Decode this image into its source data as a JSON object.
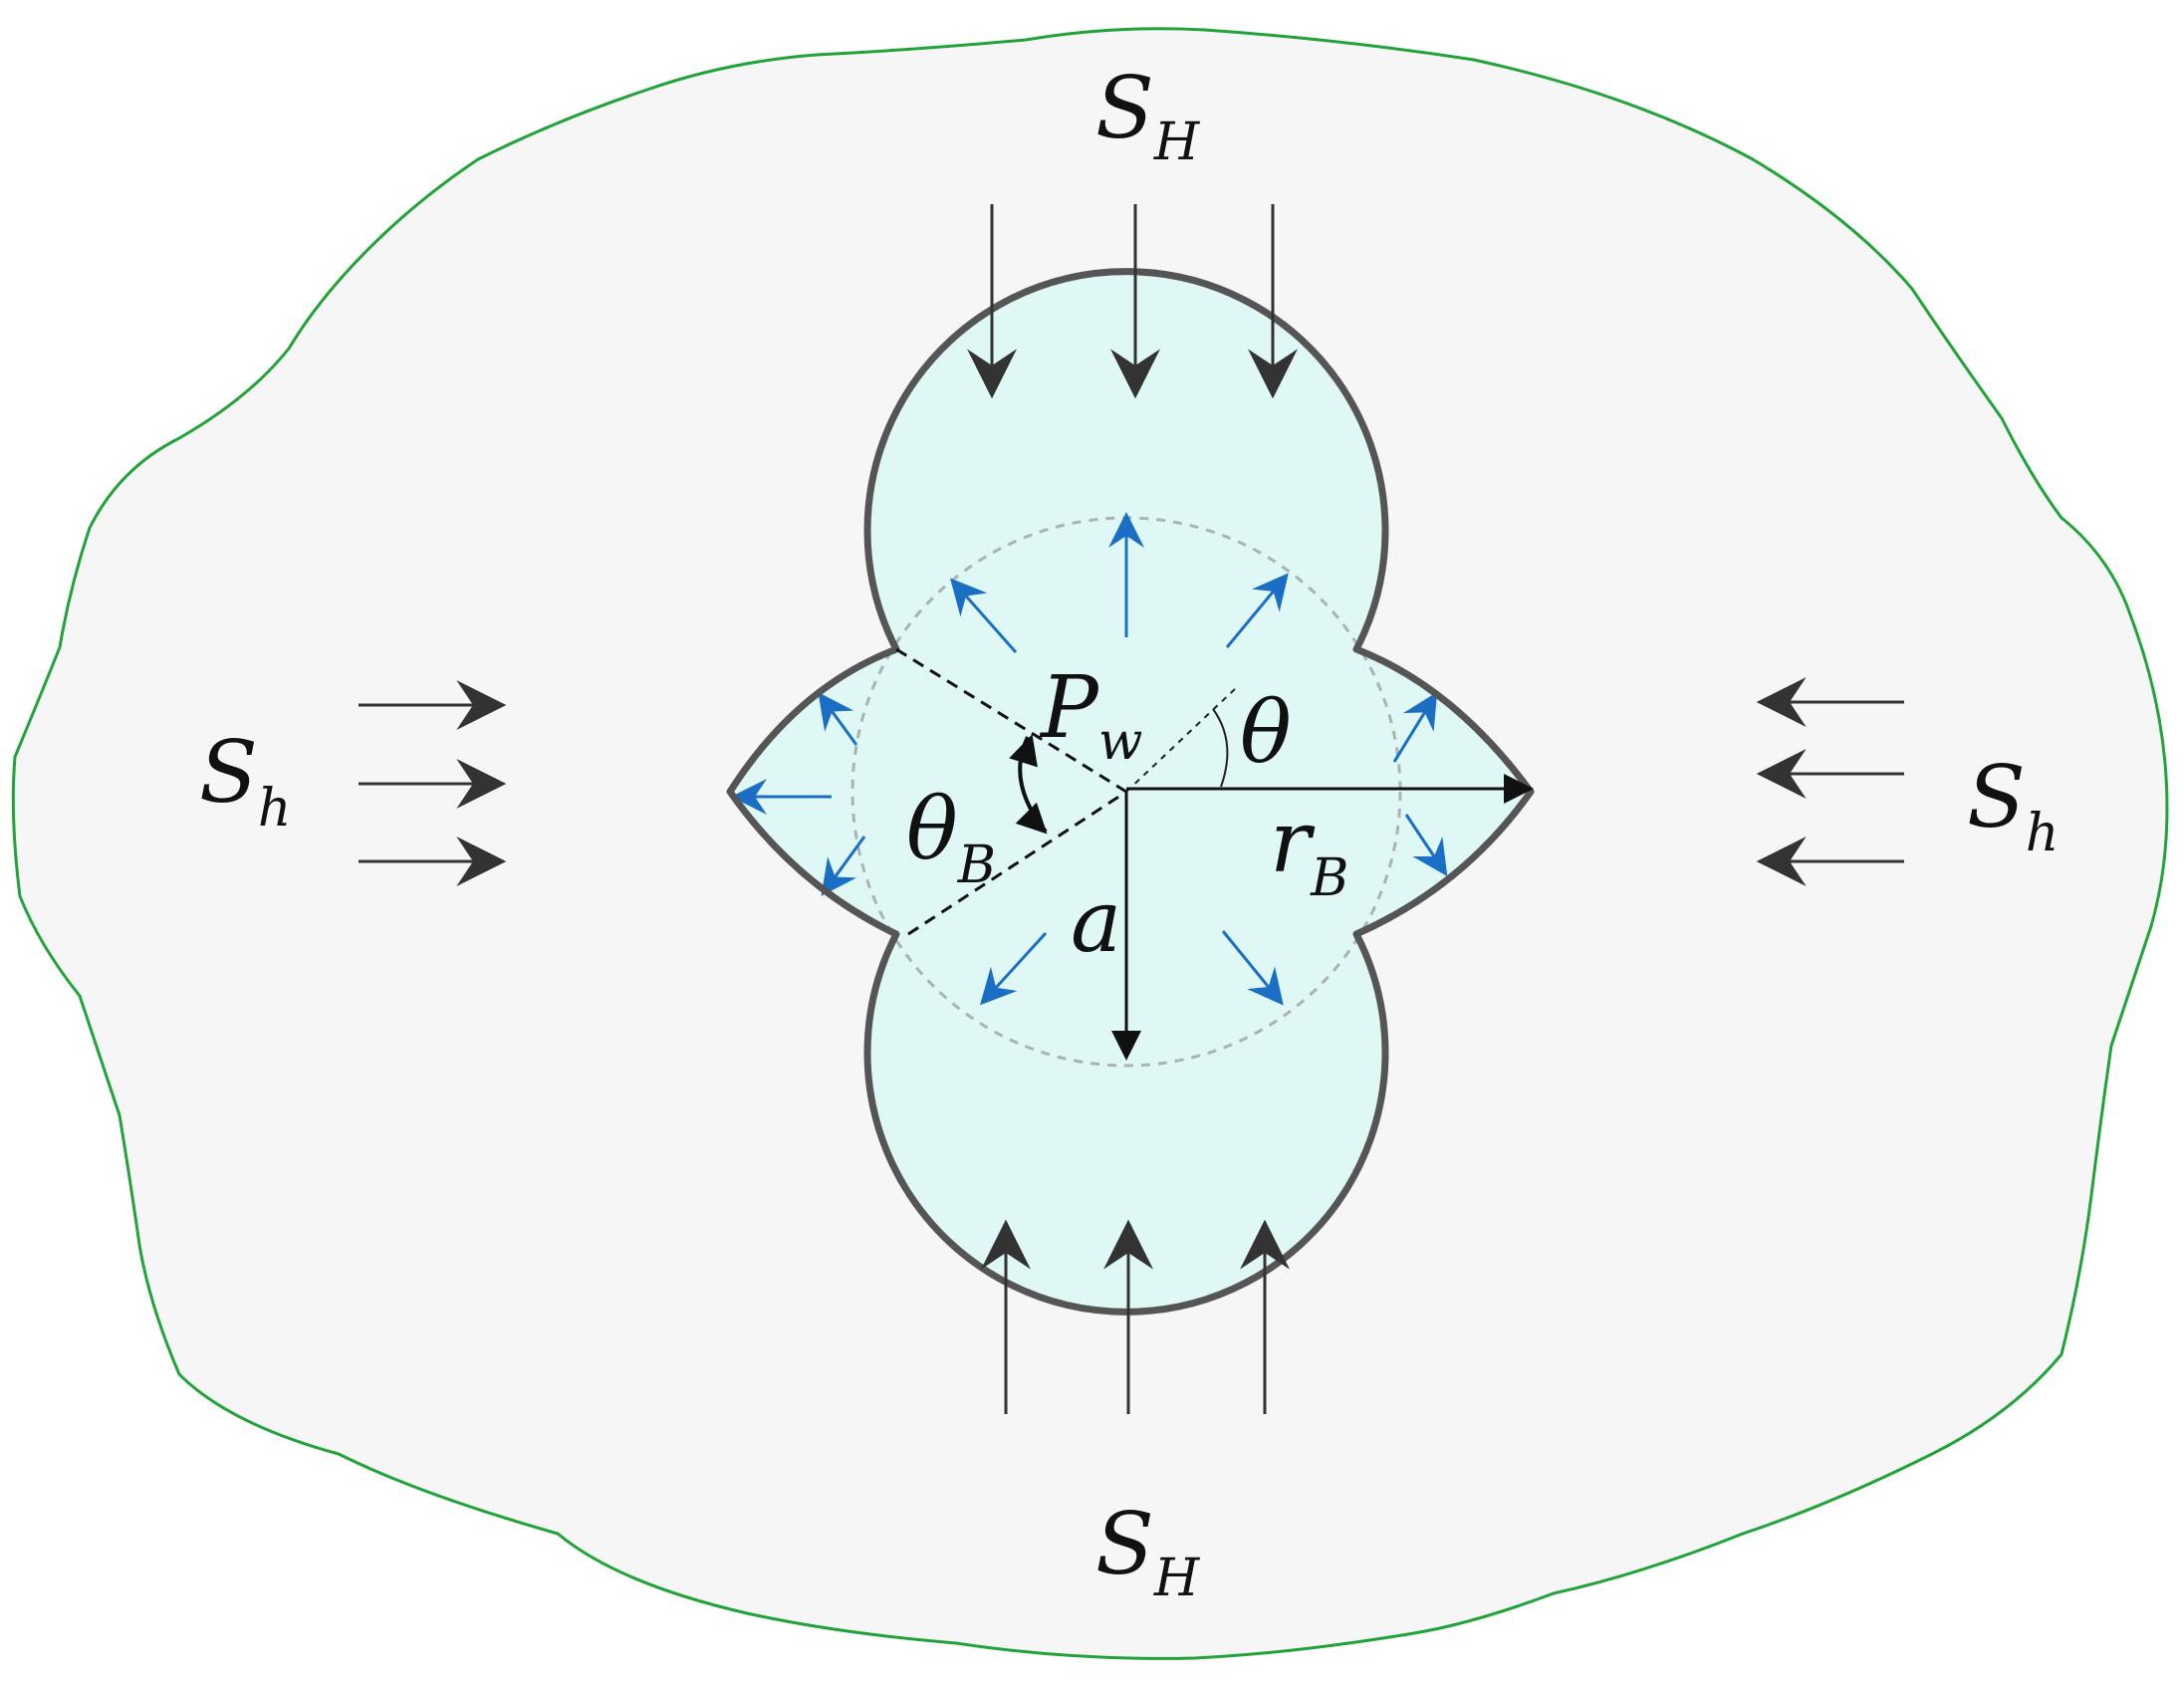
{
  "labels": {
    "s_big": "S",
    "s_big_sub": "H",
    "s_small": "S",
    "s_small_sub": "h",
    "pressure": "P",
    "pressure_sub": "w",
    "theta": "θ",
    "theta_b": "θ",
    "theta_b_sub": "B",
    "radius_b": "r",
    "radius_b_sub": "B",
    "radius_a": "a"
  },
  "colors": {
    "rock": "#f6f6f6",
    "rock_outline": "#22a33a",
    "fluid": "#dff8f5",
    "wellbore_outline": "#555555",
    "pressure_arrow": "#1a6fc4",
    "stress_arrow": "#333333"
  }
}
